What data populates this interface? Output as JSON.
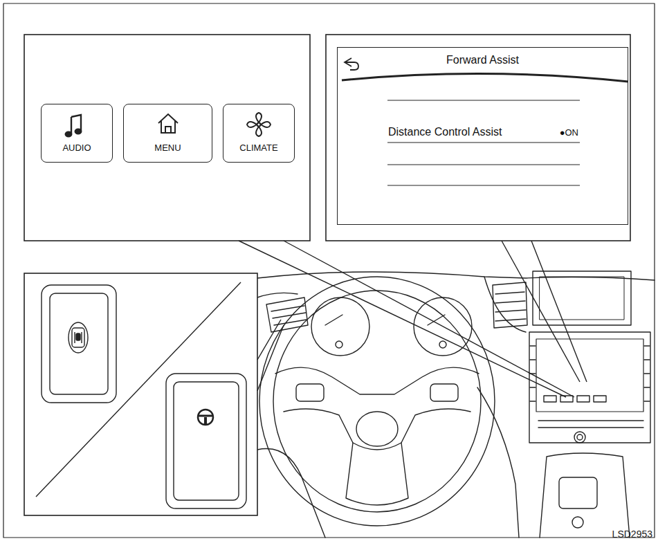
{
  "diagram": {
    "nodes": [
      {
        "text": [
          "AUDIO"
        ]
      },
      {
        "text": [
          "MENU"
        ]
      },
      {
        "text": [
          "CLIMATE"
        ]
      },
      {
        "text": [
          "Forward Assist",
          "Distance Control Assist",
          "●ON"
        ]
      }
    ],
    "labels": [
      "LSD2953"
    ]
  }
}
